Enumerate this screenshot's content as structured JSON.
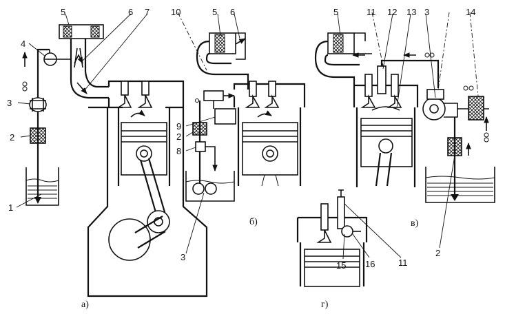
{
  "panels": {
    "a": "а)",
    "b": "б)",
    "v": "в)",
    "g": "г)"
  },
  "callouts": {
    "p_a": [
      "1",
      "2",
      "3",
      "4",
      "5",
      "6",
      "7"
    ],
    "p_b": [
      "5",
      "6",
      "10",
      "9",
      "2",
      "8",
      "3"
    ],
    "p_v": [
      "5",
      "11",
      "12",
      "13",
      "3",
      "14",
      "2"
    ],
    "p_g": [
      "15",
      "16",
      "11"
    ]
  }
}
